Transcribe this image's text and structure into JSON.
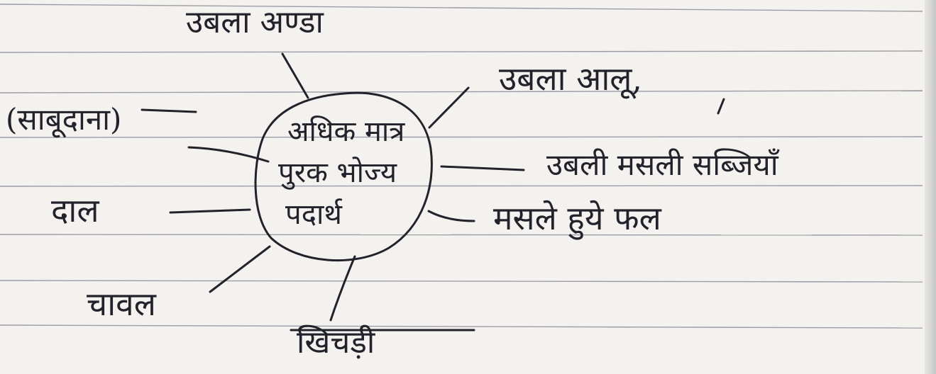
{
  "diagram": {
    "centre": {
      "lines": [
        "अधिक मात्र",
        "पुरक भोज्य",
        "पदार्थ"
      ]
    },
    "branches": [
      {
        "id": "boiled-egg",
        "label": "उबला अण्डा"
      },
      {
        "id": "boiled-potato",
        "label": "उबला आलू,"
      },
      {
        "id": "boiled-green-veg",
        "label": "उबली मसली सब्जियाँ"
      },
      {
        "id": "mashed-fruit",
        "label": "मसले हुये फल"
      },
      {
        "id": "khichdi",
        "label": "खिचड़ी"
      },
      {
        "id": "rice",
        "label": "चावल"
      },
      {
        "id": "dal",
        "label": "दाल"
      },
      {
        "id": "sabudana",
        "label": "(साबूदाना)"
      }
    ]
  },
  "colors": {
    "ink": "#22222c",
    "paper": "#f3f2ee",
    "rule": "#9b9da6"
  }
}
